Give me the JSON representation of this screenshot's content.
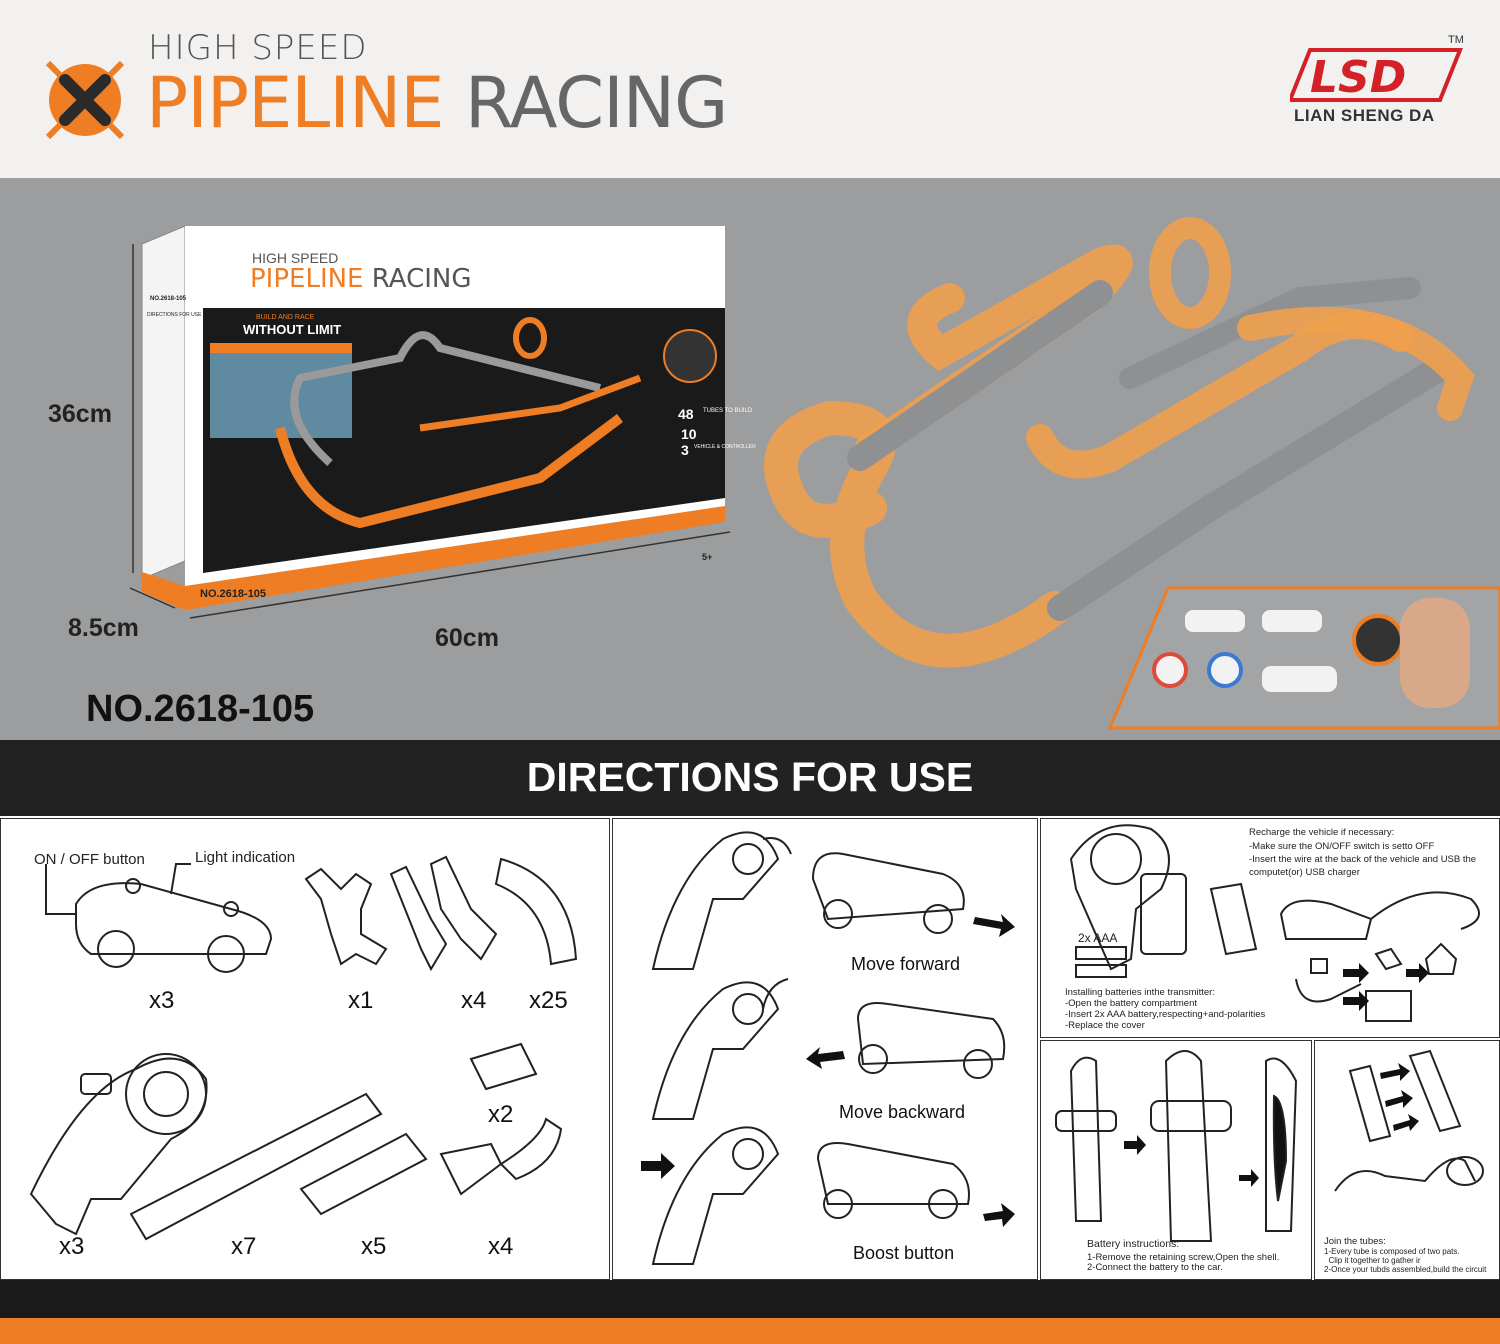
{
  "header": {
    "subtitle": "HIGH SPEED",
    "title_orange": "PIPELINE",
    "title_gray": "RACING",
    "brand_mark": "LSD",
    "brand_tm": "TM",
    "brand_name": "LIAN SHENG DA"
  },
  "box": {
    "subtitle": "HIGH SPEED",
    "title_orange": "PIPELINE",
    "title_gray": "RACING",
    "tagline": "BUILD AND RACE",
    "headline": "WITHOUT LIMIT",
    "model": "NO.2618-105",
    "side_model": "NO.2618-105",
    "side_header": "DIRECTIONS FOR USE",
    "stat1_num": "48",
    "stat1_text": "TUBES TO BUILD",
    "stat2_num": "10",
    "stat3_num": "3",
    "stat3_text": "VEHICLE & CONTROLLER",
    "age": "5+"
  },
  "dimensions": {
    "height": "36cm",
    "depth": "8.5cm",
    "width": "60cm"
  },
  "model_number": "NO.2618-105",
  "directions_title": "DIRECTIONS FOR USE",
  "parts": {
    "on_off": "ON / OFF button",
    "light": "Light indication",
    "q_car": "x3",
    "q_cross": "x1",
    "q_split": "x4",
    "q_curve": "x25",
    "q_connector": "x2",
    "q_controller": "x3",
    "q_long_tube": "x7",
    "q_short_tube": "x5",
    "q_funnel": "x4"
  },
  "controls": {
    "forward": "Move forward",
    "backward": "Move backward",
    "boost": "Boost button"
  },
  "charging": {
    "recharge_title": "Recharge the vehicle if necessary:",
    "recharge_1": "-Make sure the ON/OFF switch is setto OFF",
    "recharge_2": "-Insert the wire at the back of the vehicle and USB the",
    "recharge_3": "computet(or) USB charger",
    "battery_label": "2x AAA",
    "install_title": "Installing batteries inthe transmitter:",
    "install_1": "-Open the battery compartment",
    "install_2": "-Insert 2x AAA battery,respecting+and-polarities",
    "install_3": "-Replace the cover"
  },
  "battery": {
    "title": "Battery instructions:",
    "line1": "1-Remove the retaining screw,Open the shell.",
    "line2": "2-Connect the battery to the car."
  },
  "tubes": {
    "title": "Join the tubes:",
    "line1": "1-Every tube is composed of two pats.",
    "line2": "  Clip it together to gather ir",
    "line3": "2-Once your tubds assembled,build the circuit"
  },
  "colors": {
    "orange": "#ef7d24",
    "gray_panel": "#9c9d9e",
    "dark_bar": "#222222",
    "logo_red": "#d42027"
  }
}
